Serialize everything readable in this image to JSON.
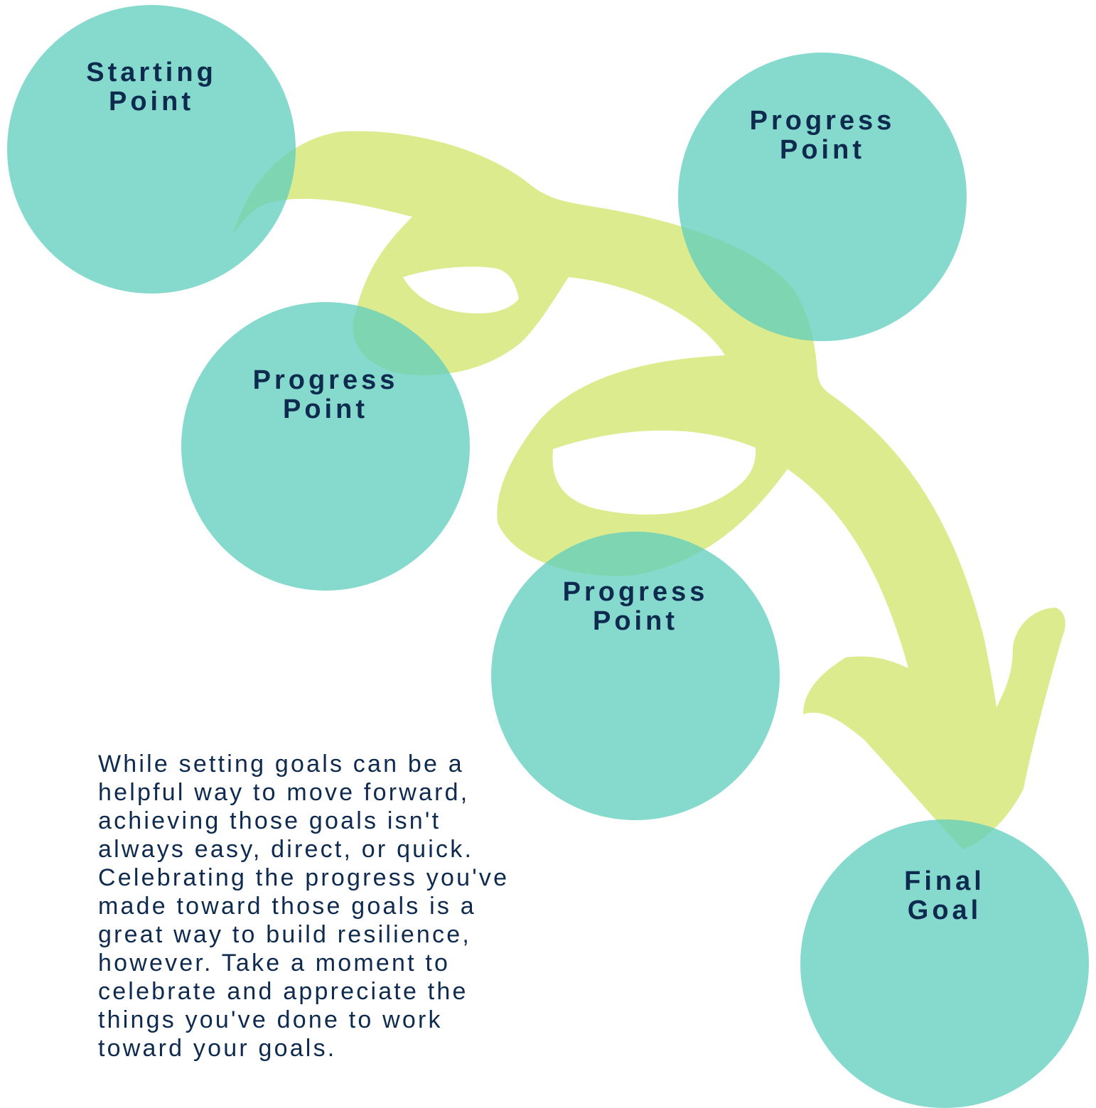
{
  "colors": {
    "circle": "#5ccdbc",
    "arrow": "#d4e670",
    "text": "#0e2a4e",
    "background": "#ffffff"
  },
  "nodes": [
    {
      "id": "start",
      "label": "Starting\nPoint"
    },
    {
      "id": "progress-1",
      "label": "Progress\nPoint"
    },
    {
      "id": "progress-2",
      "label": "Progress\nPoint"
    },
    {
      "id": "progress-3",
      "label": "Progress\nPoint"
    },
    {
      "id": "final",
      "label": "Final\nGoal"
    }
  ],
  "paragraph": "While setting goals can be a\nhelpful way to move forward,\nachieving those goals isn't\nalways easy, direct, or quick.\nCelebrating the progress you've\nmade toward those goals is a\ngreat way to build resilience,\nhowever.  Take a moment to\ncelebrate and appreciate the\nthings you've done to work\ntoward your goals."
}
